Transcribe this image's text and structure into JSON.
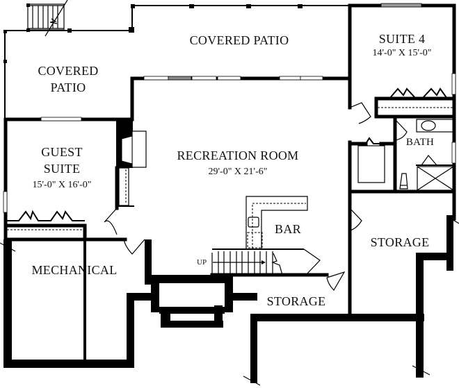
{
  "plan": {
    "type": "basement floor plan",
    "rooms": {
      "covered_patio_left": {
        "line1": "COVERED",
        "line2": "PATIO"
      },
      "covered_patio_top": {
        "name": "COVERED PATIO"
      },
      "suite4": {
        "name": "SUITE 4",
        "dims": "14'-0\" X 15'-0\""
      },
      "guest_suite": {
        "line1": "GUEST",
        "line2": "SUITE",
        "dims": "15'-0\" X 16'-0\""
      },
      "recreation_room": {
        "name": "RECREATION ROOM",
        "dims": "29'-0\" X 21'-6\""
      },
      "bath": {
        "name": "BATH"
      },
      "bar": {
        "name": "BAR"
      },
      "storage_right": {
        "name": "STORAGE"
      },
      "storage_bottom": {
        "name": "STORAGE"
      },
      "mechanical": {
        "name": "MECHANICAL"
      }
    },
    "stairs": {
      "label": "UP"
    },
    "colors": {
      "walls": "#000000",
      "background": "#ffffff"
    }
  }
}
